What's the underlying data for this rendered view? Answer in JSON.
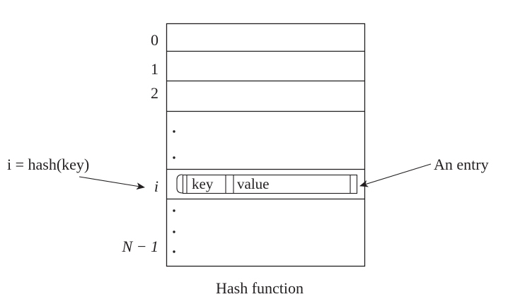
{
  "table": {
    "row_labels": {
      "zero": "0",
      "one": "1",
      "two": "2",
      "i": "i",
      "last": "N − 1"
    }
  },
  "entry": {
    "key_label": "key",
    "value_label": "value"
  },
  "annotations": {
    "hash_formula": "i = hash(key)",
    "entry_label": "An entry"
  },
  "caption": "Hash function"
}
